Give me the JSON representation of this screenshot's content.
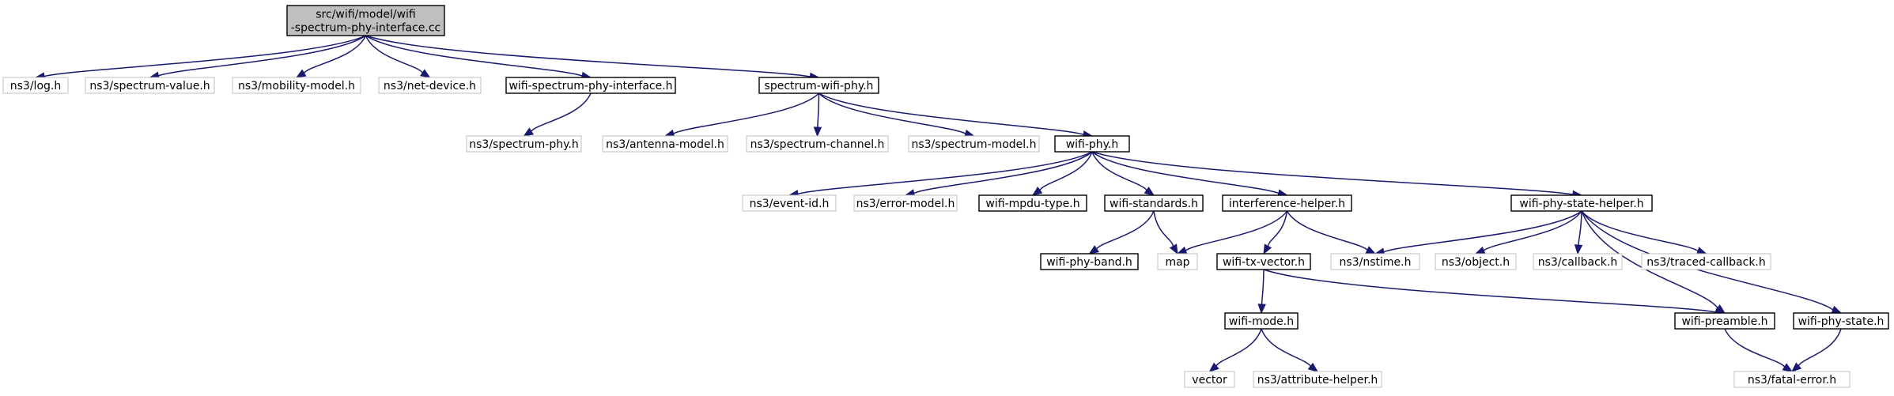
{
  "nodes": [
    {
      "id": "root",
      "lines": [
        "src/wifi/model/wifi",
        "-spectrum-phy-interface.cc"
      ],
      "style": "root"
    },
    {
      "id": "log",
      "lines": [
        "ns3/log.h"
      ],
      "style": "muted"
    },
    {
      "id": "spectrum-value",
      "lines": [
        "ns3/spectrum-value.h"
      ],
      "style": "muted"
    },
    {
      "id": "mobility-model",
      "lines": [
        "ns3/mobility-model.h"
      ],
      "style": "muted"
    },
    {
      "id": "net-device",
      "lines": [
        "ns3/net-device.h"
      ],
      "style": "muted"
    },
    {
      "id": "wifi-spectrum-phy-interface",
      "lines": [
        "wifi-spectrum-phy-interface.h"
      ],
      "style": "solid"
    },
    {
      "id": "spectrum-wifi-phy",
      "lines": [
        "spectrum-wifi-phy.h"
      ],
      "style": "solid"
    },
    {
      "id": "spectrum-phy",
      "lines": [
        "ns3/spectrum-phy.h"
      ],
      "style": "muted"
    },
    {
      "id": "antenna-model",
      "lines": [
        "ns3/antenna-model.h"
      ],
      "style": "muted"
    },
    {
      "id": "spectrum-channel",
      "lines": [
        "ns3/spectrum-channel.h"
      ],
      "style": "muted"
    },
    {
      "id": "spectrum-model",
      "lines": [
        "ns3/spectrum-model.h"
      ],
      "style": "muted"
    },
    {
      "id": "wifi-phy",
      "lines": [
        "wifi-phy.h"
      ],
      "style": "solid"
    },
    {
      "id": "event-id",
      "lines": [
        "ns3/event-id.h"
      ],
      "style": "muted"
    },
    {
      "id": "error-model",
      "lines": [
        "ns3/error-model.h"
      ],
      "style": "muted"
    },
    {
      "id": "wifi-mpdu-type",
      "lines": [
        "wifi-mpdu-type.h"
      ],
      "style": "solid"
    },
    {
      "id": "wifi-standards",
      "lines": [
        "wifi-standards.h"
      ],
      "style": "solid"
    },
    {
      "id": "interference-helper",
      "lines": [
        "interference-helper.h"
      ],
      "style": "solid"
    },
    {
      "id": "wifi-phy-state-helper",
      "lines": [
        "wifi-phy-state-helper.h"
      ],
      "style": "solid"
    },
    {
      "id": "wifi-phy-band",
      "lines": [
        "wifi-phy-band.h"
      ],
      "style": "solid"
    },
    {
      "id": "map",
      "lines": [
        "map"
      ],
      "style": "muted"
    },
    {
      "id": "wifi-tx-vector",
      "lines": [
        "wifi-tx-vector.h"
      ],
      "style": "solid"
    },
    {
      "id": "nstime",
      "lines": [
        "ns3/nstime.h"
      ],
      "style": "muted"
    },
    {
      "id": "object",
      "lines": [
        "ns3/object.h"
      ],
      "style": "muted"
    },
    {
      "id": "callback",
      "lines": [
        "ns3/callback.h"
      ],
      "style": "muted"
    },
    {
      "id": "traced-callback",
      "lines": [
        "ns3/traced-callback.h"
      ],
      "style": "muted"
    },
    {
      "id": "wifi-mode",
      "lines": [
        "wifi-mode.h"
      ],
      "style": "solid"
    },
    {
      "id": "wifi-preamble",
      "lines": [
        "wifi-preamble.h"
      ],
      "style": "solid"
    },
    {
      "id": "wifi-phy-state",
      "lines": [
        "wifi-phy-state.h"
      ],
      "style": "solid"
    },
    {
      "id": "vector",
      "lines": [
        "vector"
      ],
      "style": "muted"
    },
    {
      "id": "attribute-helper",
      "lines": [
        "ns3/attribute-helper.h"
      ],
      "style": "muted"
    },
    {
      "id": "fatal-error",
      "lines": [
        "ns3/fatal-error.h"
      ],
      "style": "muted"
    }
  ],
  "edges": [
    [
      "root",
      "log"
    ],
    [
      "root",
      "spectrum-value"
    ],
    [
      "root",
      "mobility-model"
    ],
    [
      "root",
      "net-device"
    ],
    [
      "root",
      "wifi-spectrum-phy-interface"
    ],
    [
      "root",
      "spectrum-wifi-phy"
    ],
    [
      "wifi-spectrum-phy-interface",
      "spectrum-phy"
    ],
    [
      "spectrum-wifi-phy",
      "antenna-model"
    ],
    [
      "spectrum-wifi-phy",
      "spectrum-channel"
    ],
    [
      "spectrum-wifi-phy",
      "spectrum-model"
    ],
    [
      "spectrum-wifi-phy",
      "wifi-phy"
    ],
    [
      "wifi-phy",
      "event-id"
    ],
    [
      "wifi-phy",
      "error-model"
    ],
    [
      "wifi-phy",
      "wifi-mpdu-type"
    ],
    [
      "wifi-phy",
      "wifi-standards"
    ],
    [
      "wifi-phy",
      "interference-helper"
    ],
    [
      "wifi-phy",
      "wifi-phy-state-helper"
    ],
    [
      "wifi-standards",
      "wifi-phy-band"
    ],
    [
      "wifi-standards",
      "map"
    ],
    [
      "interference-helper",
      "map"
    ],
    [
      "interference-helper",
      "wifi-tx-vector"
    ],
    [
      "interference-helper",
      "nstime"
    ],
    [
      "wifi-phy-state-helper",
      "nstime"
    ],
    [
      "wifi-phy-state-helper",
      "object"
    ],
    [
      "wifi-phy-state-helper",
      "callback"
    ],
    [
      "wifi-phy-state-helper",
      "traced-callback"
    ],
    [
      "wifi-phy-state-helper",
      "wifi-preamble"
    ],
    [
      "wifi-phy-state-helper",
      "wifi-phy-state"
    ],
    [
      "wifi-tx-vector",
      "wifi-mode"
    ],
    [
      "wifi-tx-vector",
      "wifi-preamble"
    ],
    [
      "wifi-mode",
      "vector"
    ],
    [
      "wifi-mode",
      "attribute-helper"
    ],
    [
      "wifi-preamble",
      "fatal-error"
    ],
    [
      "wifi-phy-state",
      "fatal-error"
    ]
  ],
  "colors": {
    "edge": "#191970",
    "solid_border": "#000000",
    "muted_border": "#bfbfbf",
    "root_fill": "#bfbfbf"
  }
}
